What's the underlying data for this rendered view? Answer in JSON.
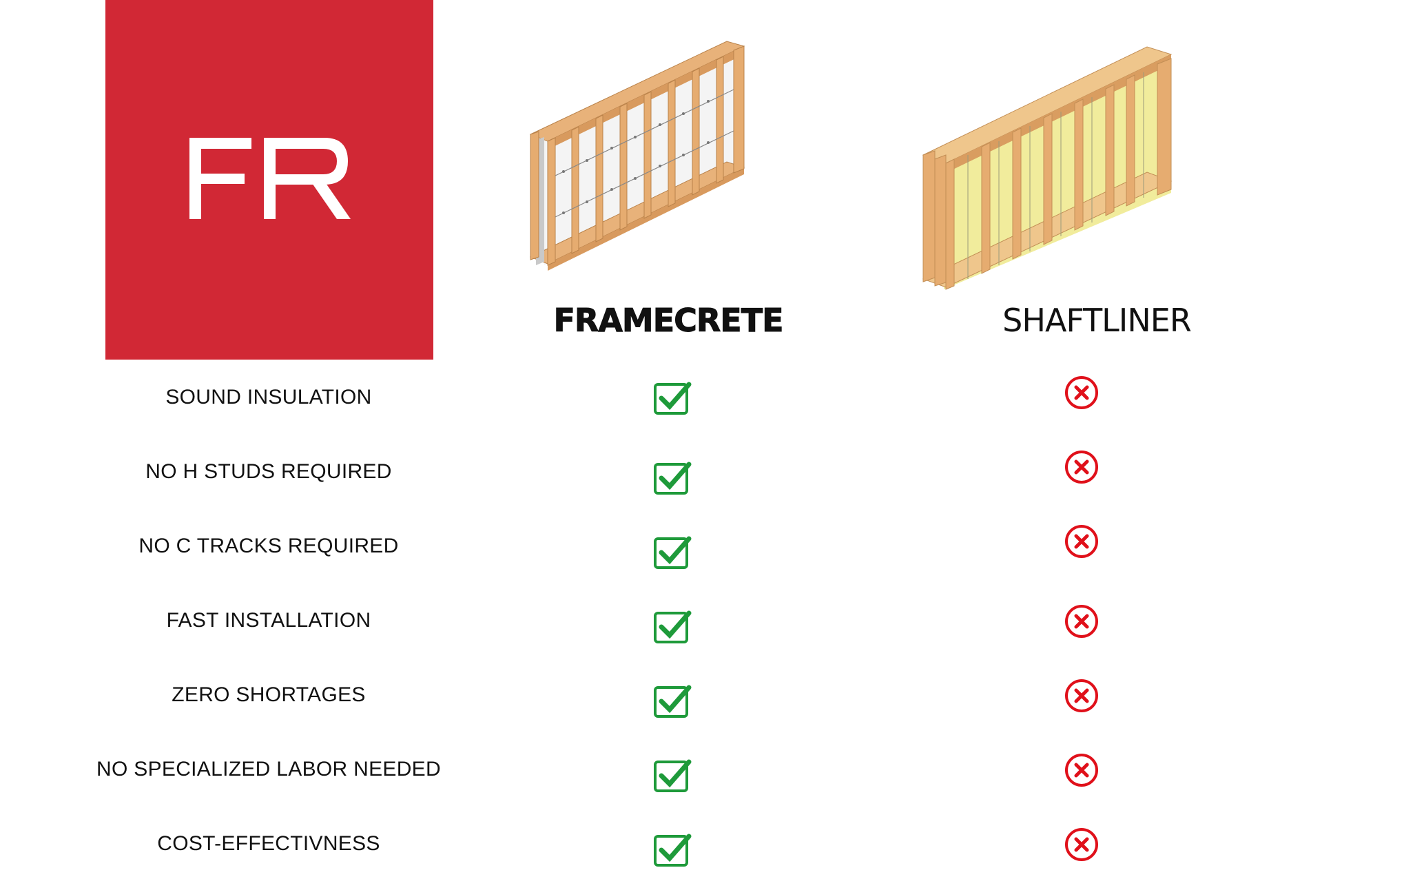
{
  "logo": {
    "text": "FR",
    "background": "#d12835"
  },
  "columns": [
    {
      "title": "FRAMECRETE",
      "image": "framecrete-wall"
    },
    {
      "title": "SHAFTLINER",
      "image": "shaftliner-wall"
    }
  ],
  "rows": [
    {
      "label": "SOUND INSULATION",
      "framecrete": "check",
      "shaftliner": "x"
    },
    {
      "label": "NO H STUDS REQUIRED",
      "framecrete": "check",
      "shaftliner": "x"
    },
    {
      "label": "NO C TRACKS REQUIRED",
      "framecrete": "check",
      "shaftliner": "x"
    },
    {
      "label": "FAST INSTALLATION",
      "framecrete": "check",
      "shaftliner": "x"
    },
    {
      "label": "ZERO SHORTAGES",
      "framecrete": "check",
      "shaftliner": "x"
    },
    {
      "label": "NO SPECIALIZED LABOR NEEDED",
      "framecrete": "check",
      "shaftliner": "x"
    },
    {
      "label": "COST-EFFECTIVNESS",
      "framecrete": "check",
      "shaftliner": "x"
    }
  ],
  "colors": {
    "check": "#1e9a3a",
    "cross": "#e0101a",
    "wood": "#e2a86a"
  }
}
